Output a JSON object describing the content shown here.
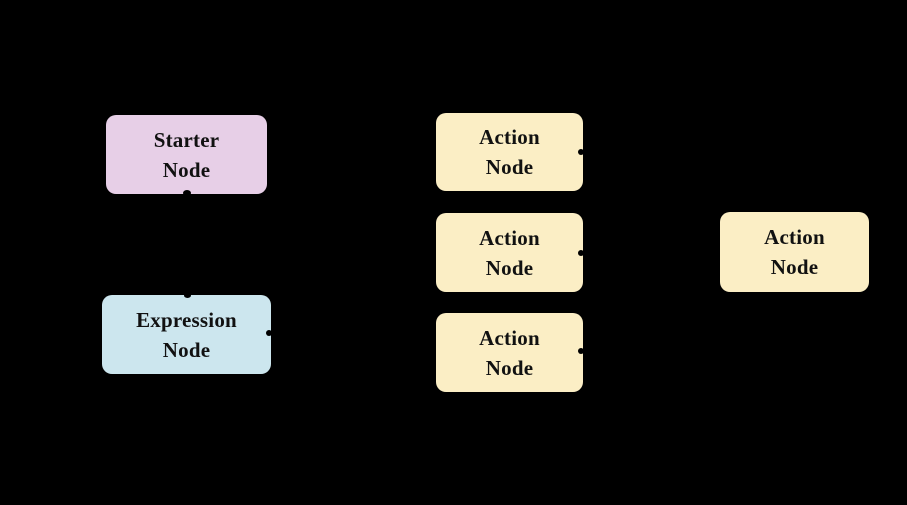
{
  "diagram": {
    "background_color": "#000000",
    "text_color": "#111111",
    "nodes": [
      {
        "key": "starter-node",
        "label": "Starter\nNode",
        "fill": "#e7cfe7"
      },
      {
        "key": "expression-node",
        "label": "Expression\nNode",
        "fill": "#cce6ee"
      },
      {
        "key": "action-node-1",
        "label": "Action\nNode",
        "fill": "#fbeec5"
      },
      {
        "key": "action-node-2",
        "label": "Action\nNode",
        "fill": "#fbeec5"
      },
      {
        "key": "action-node-3",
        "label": "Action\nNode",
        "fill": "#fbeec5"
      },
      {
        "key": "action-node-right",
        "label": "Action\nNode",
        "fill": "#fbeec5"
      }
    ]
  }
}
